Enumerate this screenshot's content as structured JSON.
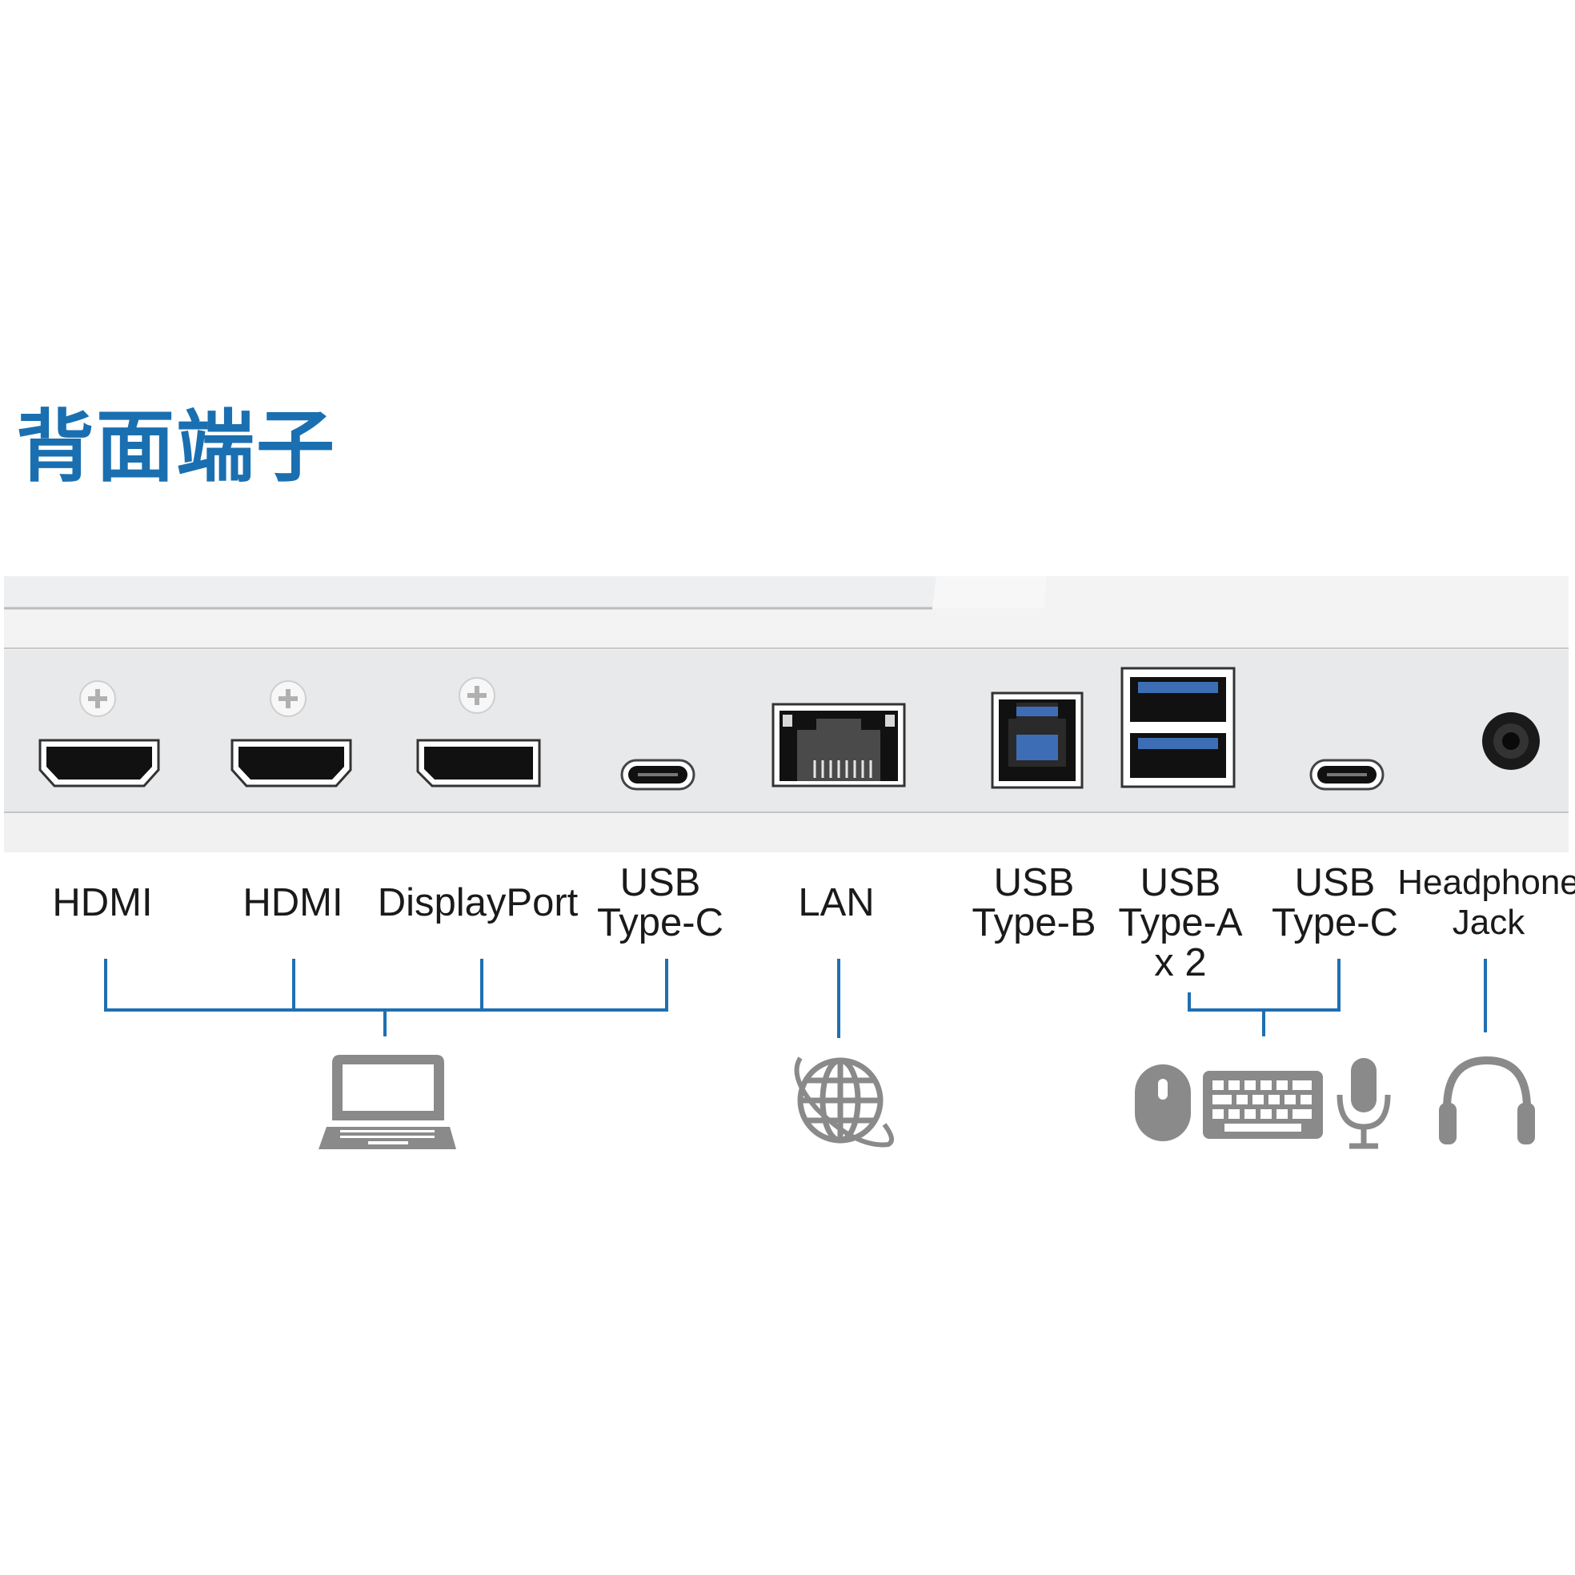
{
  "title": "背面端子",
  "colors": {
    "accent": "#1a6fb0",
    "bracket_line": "#1f6fb2",
    "panel": "#e9eaec",
    "icon_gray": "#8a8a8a",
    "usb_blue": "#3d6eb5"
  },
  "ports": [
    {
      "label": "HDMI",
      "connector": "hdmi-port"
    },
    {
      "label": "HDMI",
      "connector": "hdmi-port"
    },
    {
      "label": "DisplayPort",
      "connector": "displayport-port"
    },
    {
      "label": "USB\nType-C",
      "connector": "usb-c-port"
    },
    {
      "label": "LAN",
      "connector": "rj45-port"
    },
    {
      "label": "USB\nType-B",
      "connector": "usb-b-port"
    },
    {
      "label": "USB\nType-A\nx 2",
      "connector": "usb-a-dual-port"
    },
    {
      "label": "USB\nType-C",
      "connector": "usb-c-port"
    },
    {
      "label": "Headphone\nJack",
      "connector": "audio-jack"
    }
  ],
  "device_icons": [
    "laptop-icon",
    "globe-icon",
    "mouse-icon",
    "keyboard-icon",
    "microphone-icon",
    "headphones-icon"
  ]
}
